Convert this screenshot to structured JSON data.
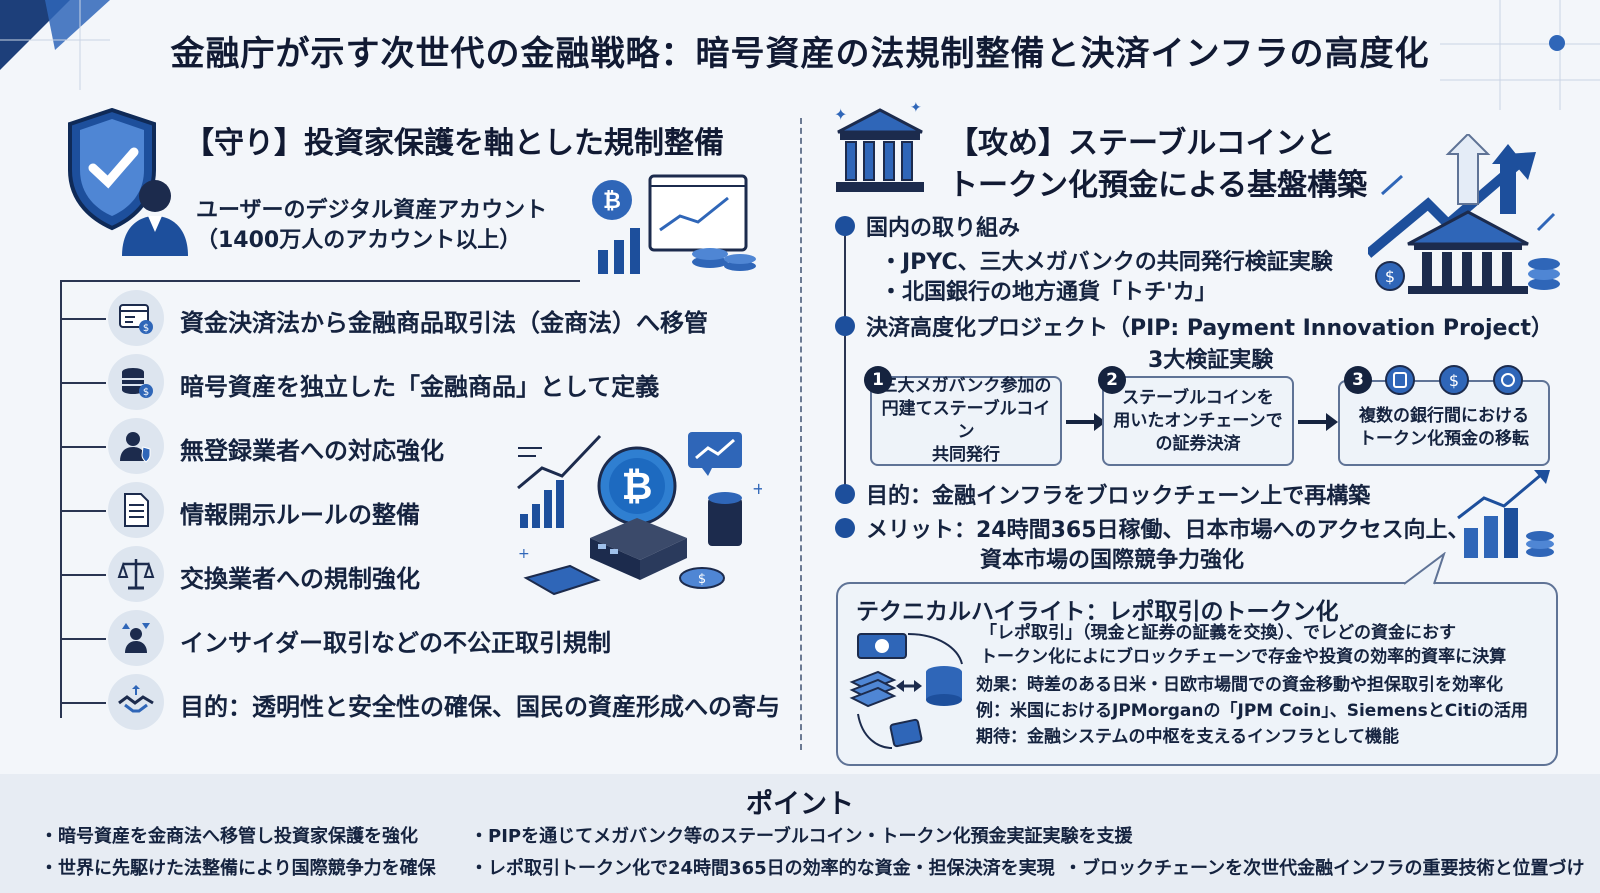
{
  "title": "金融庁が示す次世代の金融戦略：暗号資産の法規制整備と決済インフラの高度化",
  "left": {
    "heading": "【守り】投資家保護を軸とした規制整備",
    "accounts_line1": "ユーザーのデジタル資産アカウント",
    "accounts_line2": "（1400万人のアカウント以上）",
    "items": [
      {
        "label": "資金決済法から金融商品取引法（金商法）へ移管",
        "icon": "payment-card-icon"
      },
      {
        "label": "暗号資産を独立した「金融商品」として定義",
        "icon": "coin-database-icon"
      },
      {
        "label": "無登録業者への対応強化",
        "icon": "user-shield-icon"
      },
      {
        "label": "情報開示ルールの整備",
        "icon": "document-icon"
      },
      {
        "label": "交換業者への規制強化",
        "icon": "scale-icon"
      },
      {
        "label": "インサイダー取引などの不公正取引規制",
        "icon": "people-exchange-icon"
      },
      {
        "label": "目的：透明性と安全性の確保、国民の資産形成への寄与",
        "icon": "handshake-icon"
      }
    ]
  },
  "right": {
    "heading_line1": "【攻め】ステーブルコインと",
    "heading_line2": "トークン化預金による基盤構築",
    "domestic": {
      "title": "国内の取り組み",
      "item1": "・JPYC、三大メガバンクの共同発行検証実験",
      "item2": "・北国銀行の地方通貨「トチ'カ」"
    },
    "pip_title": "決済高度化プロジェクト（PIP: Payment Innovation Project）",
    "pip_sub": "3大検証実験",
    "steps": [
      {
        "num": "1",
        "line1": "三大メガバンク参加の",
        "line2": "円建てステーブルコイン",
        "line3": "共同発行"
      },
      {
        "num": "2",
        "line1": "ステーブルコインを",
        "line2": "用いたオンチェーンで",
        "line3": "の証券決済"
      },
      {
        "num": "3",
        "line1": "複数の銀行間における",
        "line2": "トークン化預金の移転",
        "line3": ""
      }
    ],
    "purpose": "目的：金融インフラをブロックチェーン上で再構築",
    "merit_line1": "メリット：24時間365日稼働、日本市場へのアクセス向上、",
    "merit_line2": "資本市場の国際競争力強化",
    "tech": {
      "title": "テクニカルハイライト：レポ取引のトークン化",
      "line1": "「レポ取引」（現金と証券の証義を交換）、でレどの資金におす",
      "line2": "トークン化によにブロックチェーンで存金や投資の効率的資率に決算",
      "line3": "効果：時差のある日米・日欧市場間での資金移動や担保取引を効率化",
      "line4": "例：米国におけるJPMorganの「JPM Coin」、SiemensとCitiの活用",
      "line5": "期待：金融システムの中枢を支えるインフラとして機能"
    }
  },
  "footer": {
    "title": "ポイント",
    "p1": "・暗号資産を金商法へ移管し投資家保護を強化",
    "p2": "・PIPを通じてメガバンク等のステーブルコイン・トークン化預金実証実験を支援",
    "p3": "・世界に先駆けた法整備により国際競争力を確保",
    "p4": "・レポ取引トークン化で24時間365日の効率的な資金・担保決済を実現",
    "p5": "・ブロックチェーンを次世代金融インフラの重要技術と位置づけ"
  },
  "colors": {
    "accent": "#1d4f9c",
    "dark": "#15233f",
    "light": "#dde5ef"
  }
}
